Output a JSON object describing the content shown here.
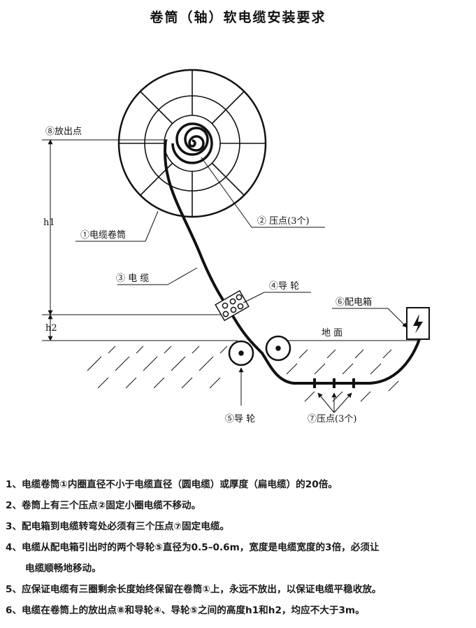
{
  "title": "卷筒（轴）软电缆安装要求",
  "labels": {
    "release_point": "⑧放出点",
    "h1": "h1",
    "h2": "h2",
    "reel": "①电缆卷筒",
    "press_points_reel": "② 压点(3个)",
    "cable": "③ 电   缆",
    "guide_wheel_4": "④导 轮",
    "distribution_box": "⑥配电箱",
    "ground": "地    面",
    "guide_wheel_5": "⑤导 轮",
    "press_points_ground": "⑦压点(3个)"
  },
  "notes": [
    "1、电缆卷筒①内圈直径不小于电缆直径（圆电缆）或厚度（扁电缆）的20倍。",
    "2、卷筒上有三个压点②固定小圈电缆不移动。",
    "3、配电箱到电缆转弯处必须有三个压点⑦固定电缆。",
    "4、电缆从配电箱引出时的两个导轮⑤直径为0.5–0.6m，宽度是电缆宽度的3倍，必须让",
    "电缆顺畅地移动。",
    "5、应保证电缆有三圈剩余长度始终保留在卷筒①上，永远不放出，以保证电缆平稳收放。",
    "6、电缆在卷筒上的放出点⑧和导轮④、导轮⑤之间的高度h1和h2，均应不大于3m。"
  ]
}
